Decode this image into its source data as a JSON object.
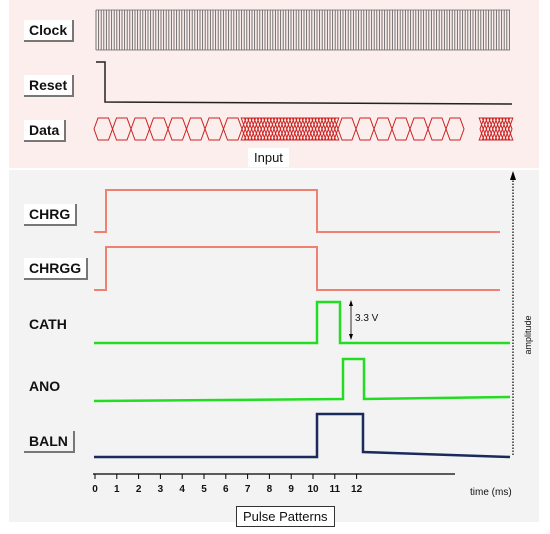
{
  "input_panel": {
    "signals": [
      {
        "label": "Clock"
      },
      {
        "label": "Reset"
      },
      {
        "label": "Data"
      }
    ],
    "caption": "Input"
  },
  "output_panel": {
    "signals": [
      {
        "label": "CHRG",
        "color": "#f08070"
      },
      {
        "label": "CHRGG",
        "color": "#f08070"
      },
      {
        "label": "CATH",
        "color": "#22dd22"
      },
      {
        "label": "ANO",
        "color": "#22dd22"
      },
      {
        "label": "BALN",
        "color": "#1a2a5a"
      }
    ],
    "x_ticks": [
      "0",
      "1",
      "2",
      "3",
      "4",
      "5",
      "6",
      "7",
      "8",
      "9",
      "10",
      "11",
      "12"
    ],
    "x_axis_label": "time (ms)",
    "y_axis_label": "amplitude",
    "voltage_annotation": "3.3 V",
    "caption": "Pulse Patterns"
  },
  "colors": {
    "clock": "#666666",
    "data": "#cc2222",
    "reset": "#222222"
  }
}
